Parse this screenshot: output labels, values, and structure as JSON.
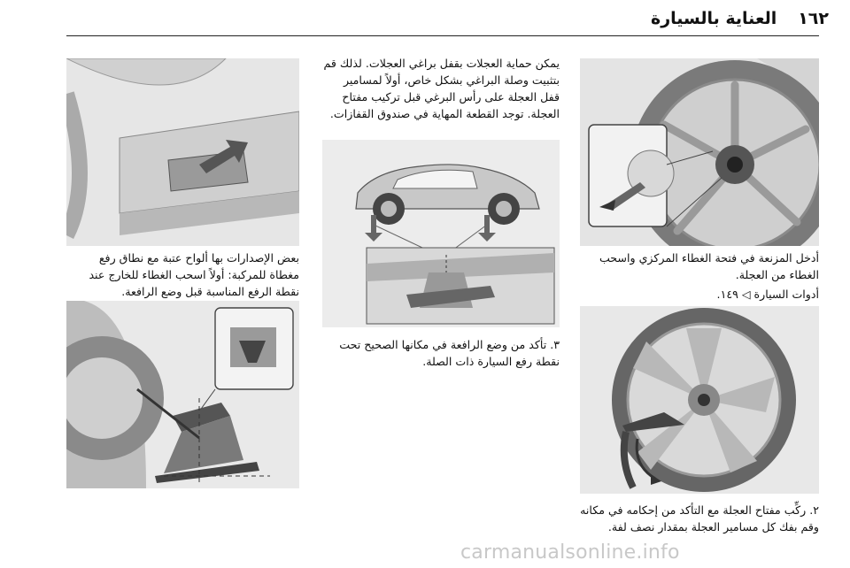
{
  "header": {
    "page_number": "١٦٢",
    "section_title": "العناية بالسيارة"
  },
  "right_column": {
    "caption1": "أدخل المزنعة في فتحة الغطاء المركزي واسحب الغطاء من العجلة.",
    "tools_ref": "أدوات السيارة ◁ ١٤٩.",
    "step2": "٢. ركِّب مفتاح العجلة مع التأكد من إحكامه في مكانه وقم بفك كل مسامير العجلة بمقدار نصف لفة."
  },
  "middle_column": {
    "intro": "يمكن حماية العجلات بقفل براغي العجلات. لذلك قم بتثبيت وصلة البراغي بشكل خاص، أولاً لمسامير قفل العجلة على رأس البرغي قبل تركيب مفتاح العجلة. توجد القطعة المهاية في صندوق القفازات.",
    "step3": "٣. تأكد من وضع الرافعة في مكانها الصحيح تحت نقطة رفع السيارة ذات الصلة."
  },
  "left_column": {
    "caption": "بعض الإصدارات بها ألواح عتبة مع نطاق رفع مغطاة للمركبة: أولاً اسحب الغطاء للخارج عند نقطة الرفع المناسبة قبل وضع الرافعة."
  },
  "watermark": "carmanualsonline.info"
}
